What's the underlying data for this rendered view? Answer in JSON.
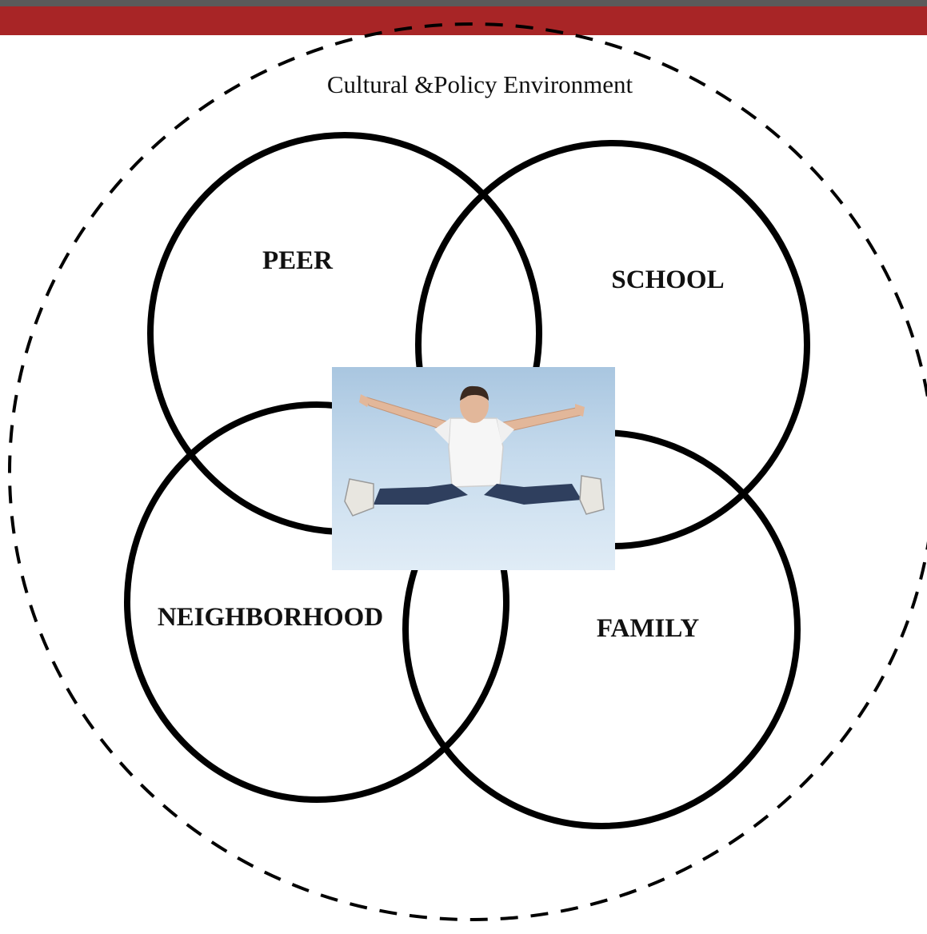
{
  "environment": {
    "label": "Cultural &Policy Environment"
  },
  "circles": {
    "peer": "PEER",
    "school": "SCHOOL",
    "neighborhood": "NEIGHBORHOOD",
    "family": "FAMILY"
  },
  "colors": {
    "header_bar": "#a82526",
    "header_strip": "#5a5a5a",
    "stroke": "#000000",
    "sky": "#c6dbed"
  },
  "photo": {
    "icon": "jumping-person-photo"
  }
}
